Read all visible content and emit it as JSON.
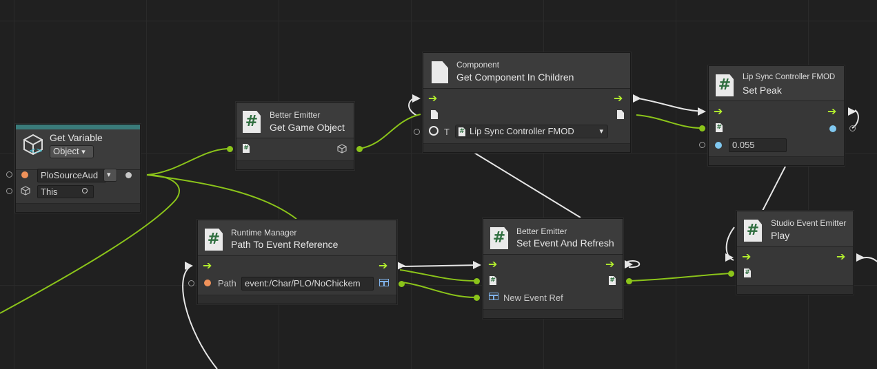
{
  "colors": {
    "background": "#202020",
    "node": "#373737",
    "flow": "#b4f02e",
    "value_wire": "#8bc41a",
    "variable_accent": "#3a7b7a",
    "string_port": "#f0925a",
    "float_port": "#80c8f0"
  },
  "nodes": {
    "get_variable": {
      "title": "Get Variable",
      "kind": "Object",
      "name_value": "PloSourceAud",
      "target_value": "This"
    },
    "get_game_object": {
      "subtitle": "Better Emitter",
      "title": "Get Game Object"
    },
    "get_component": {
      "subtitle": "Component",
      "title": "Get Component In Children",
      "type_label": "T",
      "type_value": "Lip Sync Controller FMOD"
    },
    "set_peak": {
      "subtitle": "Lip Sync Controller FMOD",
      "title": "Set Peak",
      "value": "0.055"
    },
    "path_to_event": {
      "subtitle": "Runtime Manager",
      "title": "Path To Event Reference",
      "path_label": "Path",
      "path_value": "event:/Char/PLO/NoChickem"
    },
    "set_event": {
      "subtitle": "Better Emitter",
      "title": "Set Event And Refresh",
      "output_label": "New Event Ref"
    },
    "play": {
      "subtitle": "Studio Event Emitter",
      "title": "Play"
    }
  },
  "icons": {
    "hash": "#",
    "flow_arrow": "➔",
    "dropdown": "▾"
  }
}
